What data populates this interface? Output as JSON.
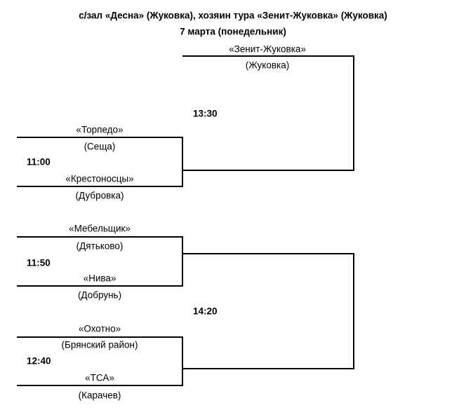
{
  "header": {
    "venue": "с/зал «Десна» (Жуковка), хозяин тура «Зенит-Жуковка» (Жуковка)",
    "date": "7 марта (понедельник)"
  },
  "bracket": {
    "host": {
      "team": "«Зенит-Жуковка»",
      "city": "(Жуковка)"
    },
    "final_top_time": "13:30",
    "final_bottom_time": "14:20",
    "matches": [
      {
        "time": "11:00",
        "team1": "«Торпедо»",
        "city1": "(Сеща)",
        "team2": "«Крестоносцы»",
        "city2": "(Дубровка)"
      },
      {
        "time": "11:50",
        "team1": "«Мебельщик»",
        "city1": "(Дятьково)",
        "team2": "«Нива»",
        "city2": "(Добрунь)"
      },
      {
        "time": "12:40",
        "team1": "«Охотно»",
        "city1": "(Брянский район)",
        "team2": "«ТСА»",
        "city2": "(Карачев)"
      }
    ]
  }
}
